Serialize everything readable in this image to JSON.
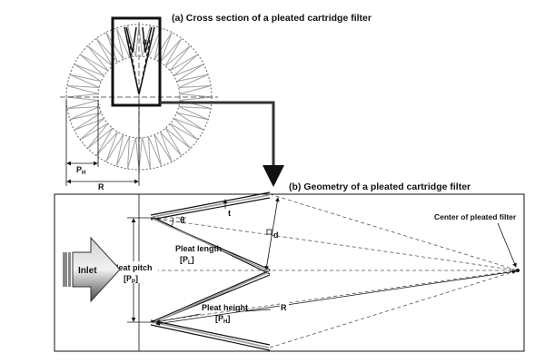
{
  "part_a": {
    "title": "(a) Cross section of a pleated cartridge filter",
    "theta": "θ",
    "ph_label": "P",
    "ph_sub": "H",
    "r_label": "R"
  },
  "part_b": {
    "title": "(b) Geometry of a pleated cartridge filter",
    "inlet": "Inlet",
    "t_label": "t",
    "theta": "θ",
    "d_label": "d",
    "pleat_length_1": "Pleat length",
    "pleat_length_2": "[P",
    "pleat_length_sub": "L",
    "pleat_length_end": "]",
    "pleat_pitch_1": "Pleat pitch",
    "pleat_pitch_2": "[P",
    "pleat_pitch_sub": "P",
    "pleat_pitch_end": "]",
    "pleat_height_1": "Pleat height",
    "pleat_height_2": "[P",
    "pleat_height_sub": "H",
    "pleat_height_end": "]",
    "r_label": "R",
    "center_label": "Center of  pleated filter"
  },
  "colors": {
    "line": "#111111",
    "dashed": "#555555",
    "pleat_gray": "#9a9a9a",
    "arrow_dark": "#3a3a3a",
    "arrow_light": "#d8d8d8"
  }
}
